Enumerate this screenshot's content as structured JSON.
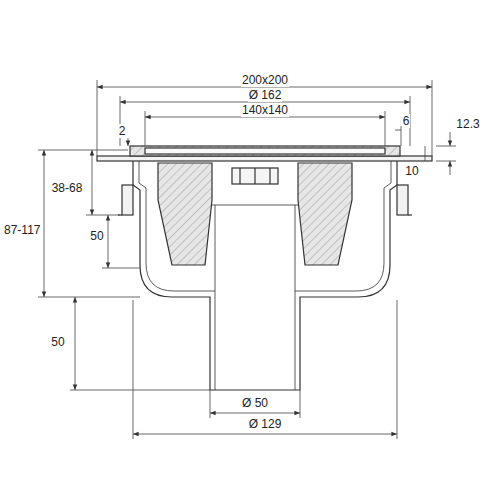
{
  "diagram": {
    "labels": [
      "200x200",
      "Ø 162",
      "140x140",
      "2",
      "6",
      "12.3",
      "10",
      "38-68",
      "87-117",
      "50",
      "50",
      "Ø 50",
      "Ø 129"
    ]
  }
}
